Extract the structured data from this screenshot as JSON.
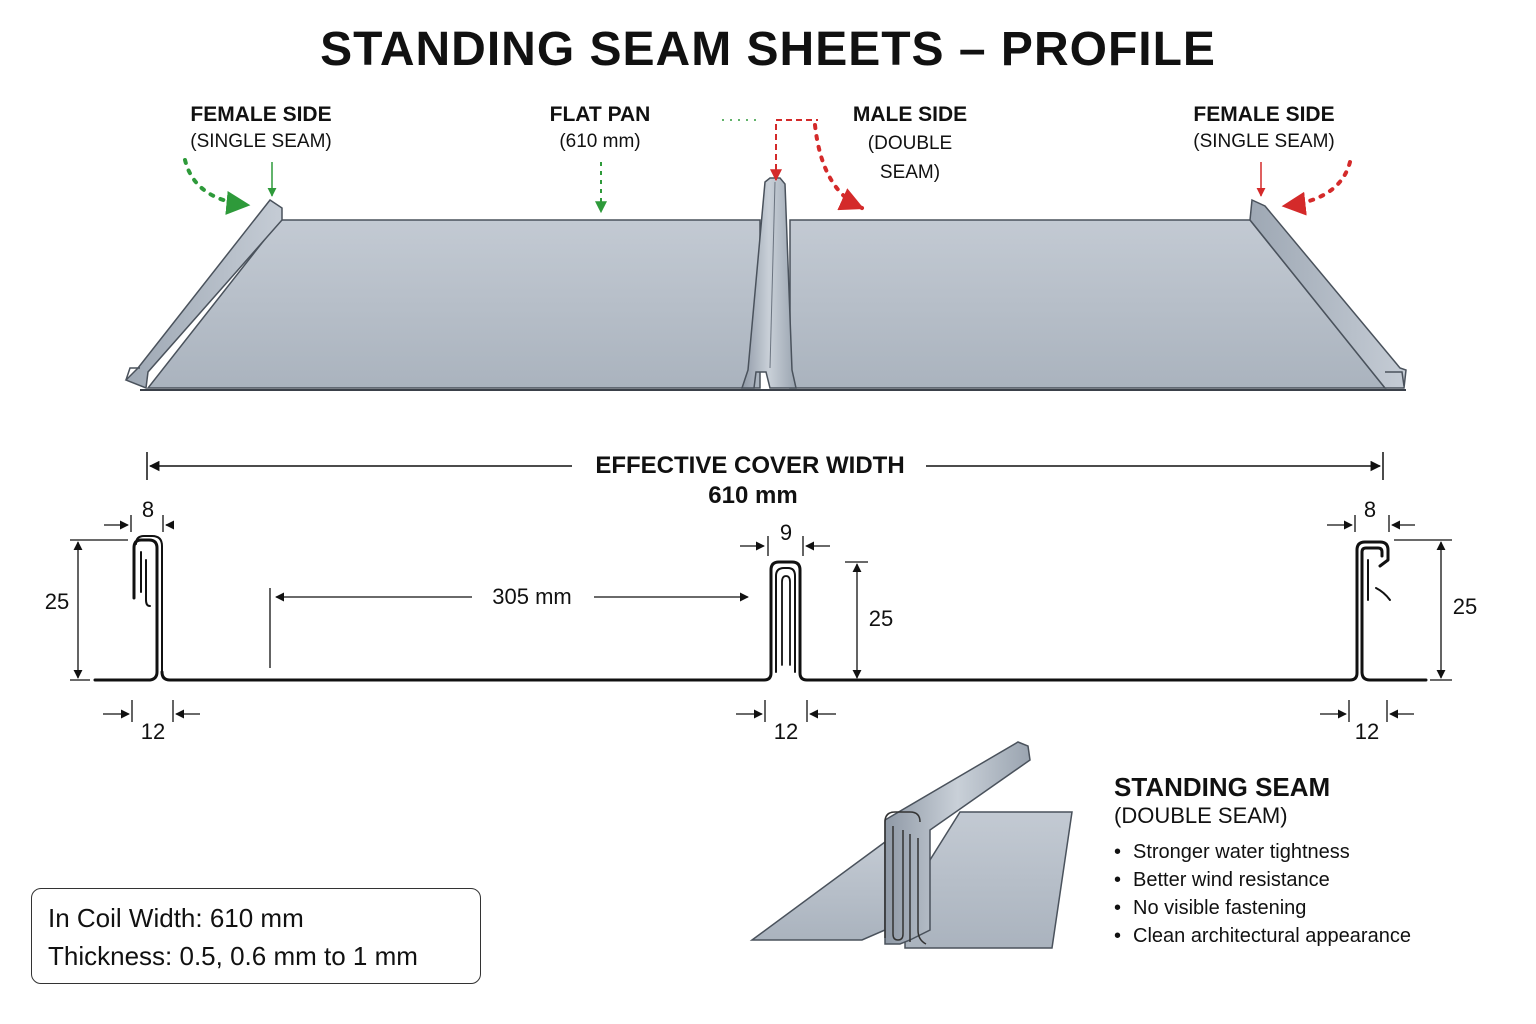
{
  "title": "STANDING SEAM SHEETS – PROFILE",
  "labels": {
    "female_left": {
      "line1": "FEMALE SIDE",
      "line2": "(SINGLE SEAM)"
    },
    "flat_pan": {
      "line1": "FLAT PAN",
      "line2": "(610 mm)"
    },
    "male_side": {
      "line1": "MALE SIDE",
      "line2": "(DOUBLE",
      "line3": "SEAM)"
    },
    "female_right": {
      "line1": "FEMALE SIDE",
      "line2": "(SINGLE SEAM)"
    }
  },
  "dimensions": {
    "cover_width_label": "EFFECTIVE COVER WIDTH",
    "cover_width_value": "610 mm",
    "pan_spacing": "305 mm",
    "left_top": "8",
    "left_height": "25",
    "left_base": "12",
    "mid_top": "9",
    "mid_height": "25",
    "mid_base": "12",
    "right_top": "8",
    "right_height": "25",
    "right_base": "12"
  },
  "info": {
    "coil_width": "In Coil Width: 610 mm",
    "thickness": "Thickness: 0.5, 0.6 mm to 1 mm"
  },
  "seam_detail": {
    "title": "STANDING SEAM",
    "subtitle": "(DOUBLE SEAM)",
    "bullets": [
      "Stronger water tightness",
      "Better wind resistance",
      "No visible fastening",
      "Clean architectural appearance"
    ]
  },
  "colors": {
    "sheet": "#b9c1cb",
    "arrow_green": "#2e9a3a",
    "arrow_red": "#d42a2a",
    "line": "#111111"
  }
}
